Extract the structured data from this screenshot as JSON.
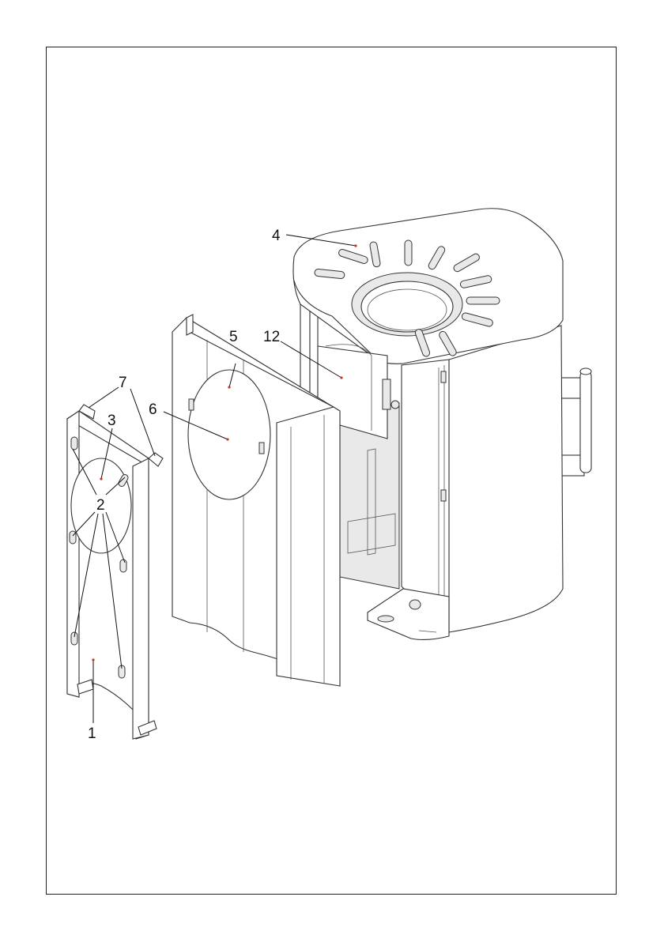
{
  "callouts": [
    {
      "id": "1",
      "text": "1"
    },
    {
      "id": "2",
      "text": "2"
    },
    {
      "id": "3",
      "text": "3"
    },
    {
      "id": "4",
      "text": "4"
    },
    {
      "id": "5",
      "text": "5"
    },
    {
      "id": "6",
      "text": "6"
    },
    {
      "id": "7",
      "text": "7"
    },
    {
      "id": "12",
      "text": "12"
    }
  ]
}
